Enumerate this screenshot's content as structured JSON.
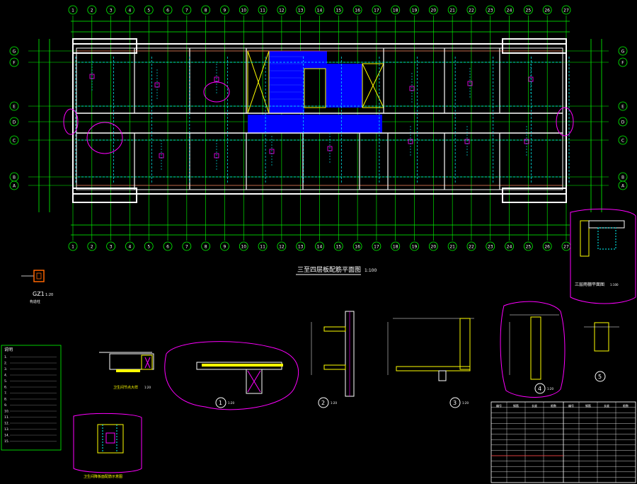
{
  "colors": {
    "background": "#000000",
    "axis": "#00ff00",
    "wall": "#ffffff",
    "beam": "#00ffff",
    "rebar": "#ff00ff",
    "stair": "#ffff00",
    "hatch": "#0000ff",
    "slab": "#ff6060",
    "text": "#ffffff"
  },
  "axes_top": [
    "1",
    "2",
    "3",
    "4",
    "5",
    "6",
    "7",
    "8",
    "9",
    "10",
    "11",
    "12",
    "13",
    "14",
    "15",
    "16",
    "17",
    "18",
    "19",
    "20",
    "21",
    "22",
    "23",
    "24",
    "25",
    "26",
    "27"
  ],
  "axes_side": [
    "G",
    "F",
    "E",
    "D",
    "C",
    "B",
    "A"
  ],
  "titles": {
    "main_plan": "三至四层板配筋平面图",
    "main_scale": "1:100",
    "column_title": "GZ1",
    "column_scale": "1:20",
    "column_note": "构造柱",
    "toilet_detail": "卫生间节点大样",
    "toilet_scale": "1:20",
    "toilet_plan": "卫生间降板面配筋示意图",
    "stair_plan": "三层雨棚平面图",
    "stair_scale": "1:100"
  },
  "detail_markers": [
    "1",
    "2",
    "3",
    "4"
  ],
  "detail_scale": "1:20",
  "small_detail": "5",
  "notes": {
    "heading": "说明",
    "lines": [
      "1.",
      "2.",
      "3.",
      "4.",
      "5.",
      "6.",
      "7.",
      "8.",
      "9.",
      "10.",
      "11.",
      "12.",
      "13.",
      "14.",
      "15."
    ]
  },
  "rebar_table": {
    "header": [
      "编号",
      "钢筋",
      "长度",
      "根数"
    ],
    "left_rows": 14,
    "right_rows": 14
  }
}
